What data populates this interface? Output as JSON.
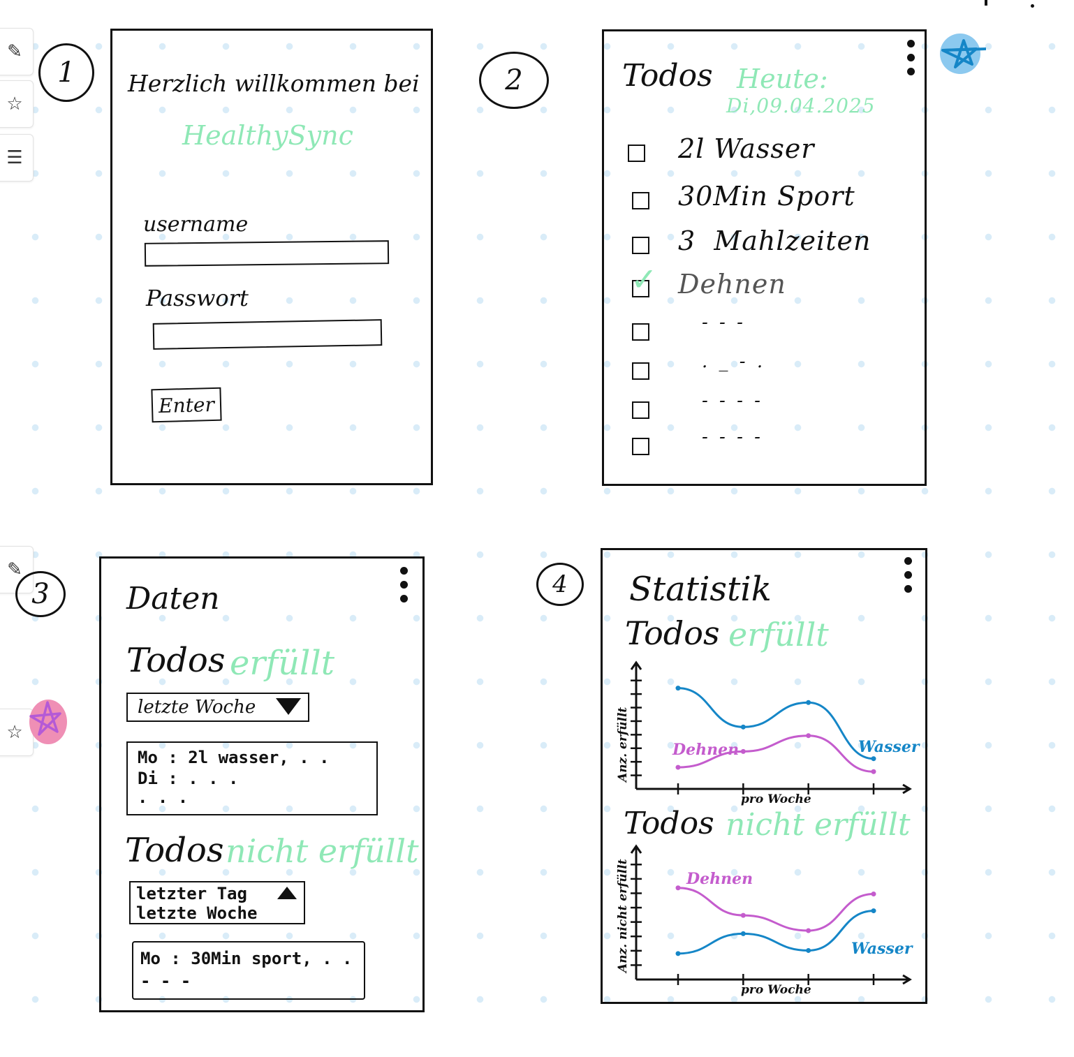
{
  "sidebar": {
    "items": [
      {
        "icon": "edit-icon",
        "glyph": "✎"
      },
      {
        "icon": "star-icon",
        "glyph": "☆"
      },
      {
        "icon": "list-icon",
        "glyph": "☰"
      },
      {
        "icon": "edit-icon",
        "glyph": "✎"
      },
      {
        "icon": "star-icon",
        "glyph": "☆"
      }
    ]
  },
  "colors": {
    "green": "#8fe8b6",
    "blue": "#1586c7",
    "pink": "#c45ccd",
    "star_blue_bg": "#8cc9ef",
    "star_pink_bg": "#ef8fb5"
  },
  "screen1": {
    "number": "1",
    "title": "Herzlich willkommen bei",
    "app_name": "HealthySync",
    "username_label": "username",
    "password_label": "Passwort",
    "enter_button": "Enter"
  },
  "screen2": {
    "number": "2",
    "title": "Todos",
    "today_label": "Heute:",
    "date": "Di,09.04.2025",
    "todos": [
      {
        "label": "2l Wasser",
        "checked": false
      },
      {
        "label": "30Min Sport",
        "checked": false
      },
      {
        "label": "3  Mahlzeiten",
        "checked": false
      },
      {
        "label": "Dehnen",
        "checked": true
      },
      {
        "label": "- - -",
        "checked": false
      },
      {
        "label": ". _ - .",
        "checked": false
      },
      {
        "label": "- - - -",
        "checked": false
      },
      {
        "label": "- - - -",
        "checked": false
      }
    ]
  },
  "screen3": {
    "number": "3",
    "title": "Daten",
    "section1_title": "Todos",
    "section1_status": "erfüllt",
    "dropdown1": "letzte Woche",
    "list1": [
      "Mo :  2l wasser, . .",
      "Di :  . . .",
      ". . ."
    ],
    "section2_title": "Todos",
    "section2_status": "nicht erfüllt",
    "dropdown2_options": [
      "letzter Tag",
      "letzte Woche"
    ],
    "list2": [
      "Mo :  30Min sport, . .",
      "- - -"
    ]
  },
  "screen4": {
    "number": "4",
    "title": "Statistik",
    "chart1_title": "Todos",
    "chart1_status": "erfüllt",
    "chart2_title": "Todos",
    "chart2_status": "nicht erfüllt"
  },
  "chart_data": [
    {
      "type": "line",
      "title": "Todos erfüllt",
      "xlabel": "pro Woche",
      "ylabel": "Anz. erfüllt",
      "x": [
        1,
        2,
        3,
        4
      ],
      "ylim": [
        0,
        8
      ],
      "series": [
        {
          "name": "Wasser",
          "color": "#1586c7",
          "values": [
            7.0,
            4.3,
            6.0,
            2.1
          ]
        },
        {
          "name": "Dehnen",
          "color": "#c45ccd",
          "values": [
            1.5,
            2.6,
            3.7,
            1.2
          ]
        }
      ]
    },
    {
      "type": "line",
      "title": "Todos nicht erfüllt",
      "xlabel": "pro Woche",
      "ylabel": "Anz. nicht erfüllt",
      "x": [
        1,
        2,
        3,
        4
      ],
      "ylim": [
        0,
        8
      ],
      "series": [
        {
          "name": "Dehnen",
          "color": "#c45ccd",
          "values": [
            6.0,
            4.2,
            3.2,
            5.6
          ]
        },
        {
          "name": "Wasser",
          "color": "#1586c7",
          "values": [
            1.7,
            3.0,
            1.9,
            4.5
          ]
        }
      ]
    }
  ]
}
